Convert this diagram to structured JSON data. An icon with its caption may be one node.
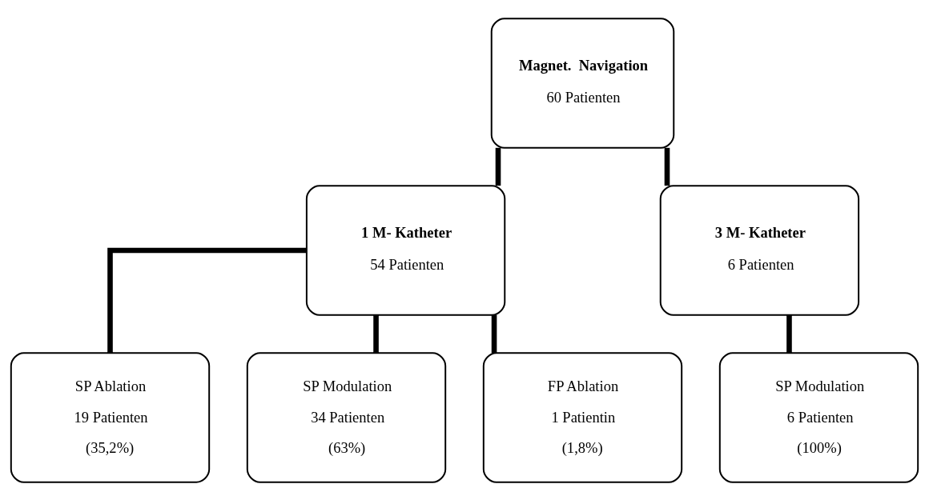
{
  "diagram": {
    "nodes": [
      {
        "text": [
          "Magnet.  Navigation",
          "60 Patienten"
        ]
      },
      {
        "text": [
          "1 M- Katheter",
          "54 Patienten"
        ]
      },
      {
        "text": [
          "3 M- Katheter",
          "6 Patienten"
        ]
      },
      {
        "text": [
          "SP Ablation",
          "19 Patienten",
          "(35,2%)"
        ]
      },
      {
        "text": [
          "SP Modulation",
          "34 Patienten",
          "(63%)"
        ]
      },
      {
        "text": [
          "FP Ablation",
          "1 Patientin",
          "(1,8%)"
        ]
      },
      {
        "text": [
          "SP Modulation",
          "6 Patienten",
          "(100%)"
        ]
      }
    ],
    "edges": [
      {
        "from": 0,
        "to": 1,
        "arrow": "none"
      },
      {
        "from": 0,
        "to": 2,
        "arrow": "none"
      },
      {
        "from": 1,
        "to": 3,
        "arrow": "none"
      },
      {
        "from": 1,
        "to": 4,
        "arrow": "none"
      },
      {
        "from": 1,
        "to": 5,
        "arrow": "none"
      },
      {
        "from": 2,
        "to": 6,
        "arrow": "none"
      }
    ]
  }
}
